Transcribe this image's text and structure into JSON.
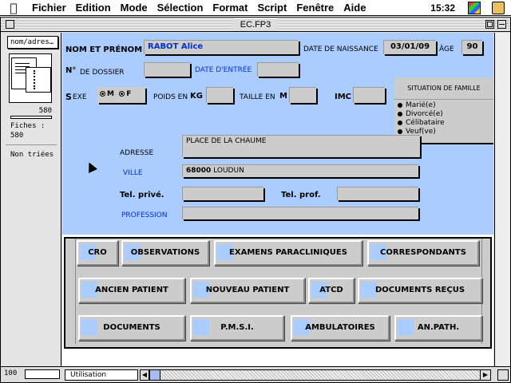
{
  "menubar": {
    "items": [
      "Fichier",
      "Edition",
      "Mode",
      "Sélection",
      "Format",
      "Script",
      "Fenêtre",
      "Aide"
    ],
    "clock": "15:32"
  },
  "window": {
    "title": "EC.FP3"
  },
  "status": {
    "layout": "nom/adres…",
    "record_number": "580",
    "records_label": "Fiches :",
    "records_count": "580",
    "sort_state": "Non triées"
  },
  "form": {
    "name_label": "NOM ET PRÉNOM",
    "name_value": "RABOT Alice",
    "dob_label": "DATE DE NAISSANCE",
    "dob_value": "03/01/09",
    "age_label": "ÂGE",
    "age_value": "90",
    "file_label_prefix": "N°",
    "file_label_suffix": "DE DOSSIER",
    "entry_date_label": "DATE D'ENTRÉE",
    "sexe_label_s": "S",
    "sexe_label": "EXE",
    "sexe_m": "M",
    "sexe_f": "F",
    "weight_label": "POIDS EN",
    "weight_unit": "KG",
    "height_label": "TAILLE EN",
    "height_unit": "M",
    "imc_label": "IMC",
    "family_title": "SITUATION DE FAMILLE",
    "family_options": [
      "Marié(e)",
      "Divorcé(e)",
      "Célibataire",
      "Veuf(ve)"
    ],
    "address_label": "ADRESSE",
    "address_value": "PLACE DE LA CHAUME",
    "city_label": "VILLE",
    "city_zip": "68000",
    "city_name": "LOUDUN",
    "tel_private_label": "Tel. privé.",
    "tel_pro_label": "Tel. prof.",
    "profession_label": "PROFESSION"
  },
  "buttons": {
    "cro": "CRO",
    "observations": "OBSERVATIONS",
    "examens": "EXAMENS PARACLINIQUES",
    "correspondants": "CORRESPONDANTS",
    "ancien": "ANCIEN PATIENT",
    "nouveau": "NOUVEAU PATIENT",
    "atcd": "ATCD",
    "docs_recus": "DOCUMENTS REÇUS",
    "documents": "DOCUMENTS",
    "pmsi": "P.M.S.I.",
    "ambulatoires": "AMBULATOIRES",
    "anpath": "AN.PATH."
  },
  "bottombar": {
    "zoom": "100",
    "mode": "Utilisation"
  }
}
